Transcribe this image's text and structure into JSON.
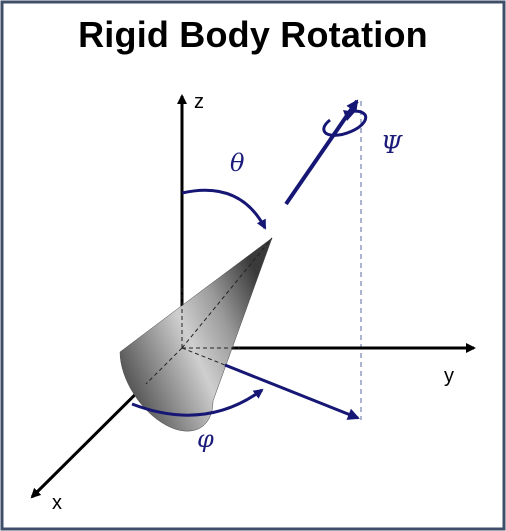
{
  "title": "Rigid Body Rotation",
  "axes": {
    "z_label": "z",
    "y_label": "y",
    "x_label": "x"
  },
  "angles": {
    "theta": "θ",
    "phi": "φ",
    "psi": "Ψ"
  },
  "colors": {
    "border": "#3f4f6a",
    "axis": "#000000",
    "vector": "#161675",
    "dashed": "#5a6aa0"
  }
}
